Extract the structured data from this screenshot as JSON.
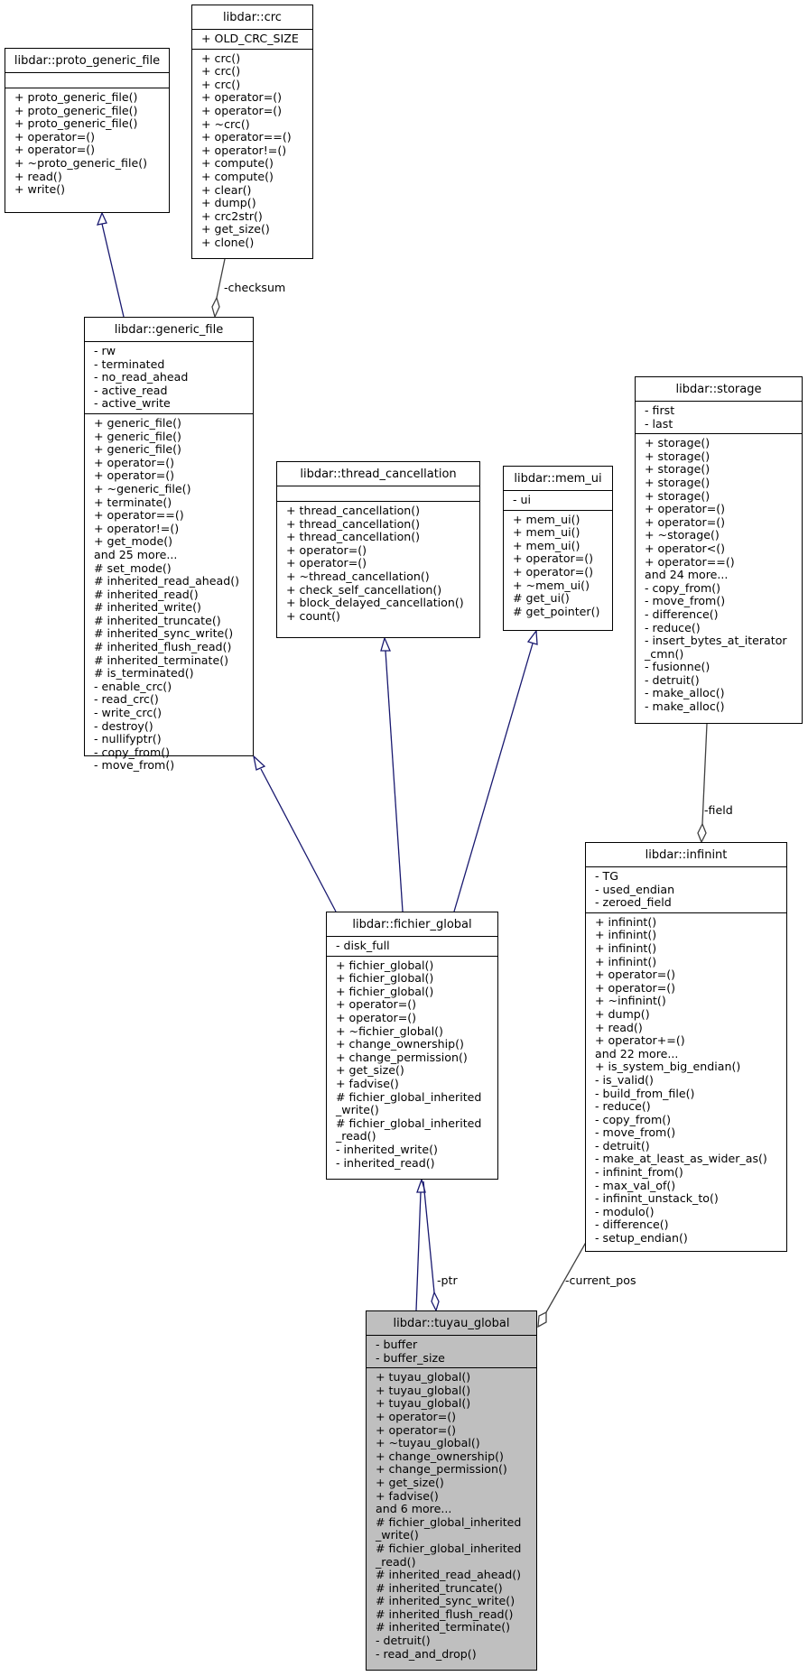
{
  "classes": [
    {
      "id": "proto",
      "name": "libdar::proto_generic_file",
      "highlight": false,
      "sections": [
        [],
        [
          "+ proto_generic_file()",
          "+ proto_generic_file()",
          "+ proto_generic_file()",
          "+ operator=()",
          "+ operator=()",
          "+ ~proto_generic_file()",
          "+ read()",
          "+ write()"
        ]
      ]
    },
    {
      "id": "crc",
      "name": "libdar::crc",
      "highlight": false,
      "sections": [
        [
          "+ OLD_CRC_SIZE"
        ],
        [
          "+ crc()",
          "+ crc()",
          "+ crc()",
          "+ operator=()",
          "+ operator=()",
          "+ ~crc()",
          "+ operator==()",
          "+ operator!=()",
          "+ compute()",
          "+ compute()",
          "+ clear()",
          "+ dump()",
          "+ crc2str()",
          "+ get_size()",
          "+ clone()"
        ]
      ]
    },
    {
      "id": "generic",
      "name": "libdar::generic_file",
      "highlight": false,
      "sections": [
        [
          "- rw",
          "- terminated",
          "- no_read_ahead",
          "- active_read",
          "- active_write"
        ],
        [
          "+ generic_file()",
          "+ generic_file()",
          "+ generic_file()",
          "+ operator=()",
          "+ operator=()",
          "+ ~generic_file()",
          "+ terminate()",
          "+ operator==()",
          "+ operator!=()",
          "+ get_mode()",
          "and 25 more...",
          "# set_mode()",
          "# inherited_read_ahead()",
          "# inherited_read()",
          "# inherited_write()",
          "# inherited_truncate()",
          "# inherited_sync_write()",
          "# inherited_flush_read()",
          "# inherited_terminate()",
          "# is_terminated()",
          "- enable_crc()",
          "- read_crc()",
          "- write_crc()",
          "- destroy()",
          "- nullifyptr()",
          "- copy_from()",
          "- move_from()"
        ]
      ]
    },
    {
      "id": "thread",
      "name": "libdar::thread_cancellation",
      "highlight": false,
      "sections": [
        [],
        [
          "+ thread_cancellation()",
          "+ thread_cancellation()",
          "+ thread_cancellation()",
          "+ operator=()",
          "+ operator=()",
          "+ ~thread_cancellation()",
          "+ check_self_cancellation()",
          "+ block_delayed_cancellation()",
          "+ count()"
        ]
      ]
    },
    {
      "id": "memui",
      "name": "libdar::mem_ui",
      "highlight": false,
      "sections": [
        [
          "- ui"
        ],
        [
          "+ mem_ui()",
          "+ mem_ui()",
          "+ mem_ui()",
          "+ operator=()",
          "+ operator=()",
          "+ ~mem_ui()",
          "# get_ui()",
          "# get_pointer()"
        ]
      ]
    },
    {
      "id": "storage",
      "name": "libdar::storage",
      "highlight": false,
      "sections": [
        [
          "- first",
          "- last"
        ],
        [
          "+ storage()",
          "+ storage()",
          "+ storage()",
          "+ storage()",
          "+ storage()",
          "+ operator=()",
          "+ operator=()",
          "+ ~storage()",
          "+ operator<()",
          "+ operator==()",
          "and 24 more...",
          "- copy_from()",
          "- move_from()",
          "- difference()",
          "- reduce()",
          "- insert_bytes_at_iterator",
          "_cmn()",
          "- fusionne()",
          "- detruit()",
          "- make_alloc()",
          "- make_alloc()"
        ]
      ]
    },
    {
      "id": "infinint",
      "name": "libdar::infinint",
      "highlight": false,
      "sections": [
        [
          "- TG",
          "- used_endian",
          "- zeroed_field"
        ],
        [
          "+ infinint()",
          "+ infinint()",
          "+ infinint()",
          "+ infinint()",
          "+ operator=()",
          "+ operator=()",
          "+ ~infinint()",
          "+ dump()",
          "+ read()",
          "+ operator+=()",
          "and 22 more...",
          "+ is_system_big_endian()",
          "- is_valid()",
          "- build_from_file()",
          "- reduce()",
          "- copy_from()",
          "- move_from()",
          "- detruit()",
          "- make_at_least_as_wider_as()",
          "- infinint_from()",
          "- max_val_of()",
          "- infinint_unstack_to()",
          "- modulo()",
          "- difference()",
          "- setup_endian()"
        ]
      ]
    },
    {
      "id": "fichier",
      "name": "libdar::fichier_global",
      "highlight": false,
      "sections": [
        [
          "- disk_full"
        ],
        [
          "+ fichier_global()",
          "+ fichier_global()",
          "+ fichier_global()",
          "+ operator=()",
          "+ operator=()",
          "+ ~fichier_global()",
          "+ change_ownership()",
          "+ change_permission()",
          "+ get_size()",
          "+ fadvise()",
          "# fichier_global_inherited",
          "_write()",
          "# fichier_global_inherited",
          "_read()",
          "- inherited_write()",
          "- inherited_read()"
        ]
      ]
    },
    {
      "id": "tuyau",
      "name": "libdar::tuyau_global",
      "highlight": true,
      "sections": [
        [
          "- buffer",
          "- buffer_size"
        ],
        [
          "+ tuyau_global()",
          "+ tuyau_global()",
          "+ tuyau_global()",
          "+ operator=()",
          "+ operator=()",
          "+ ~tuyau_global()",
          "+ change_ownership()",
          "+ change_permission()",
          "+ get_size()",
          "+ fadvise()",
          "and 6 more...",
          "# fichier_global_inherited",
          "_write()",
          "# fichier_global_inherited",
          "_read()",
          "# inherited_read_ahead()",
          "# inherited_truncate()",
          "# inherited_sync_write()",
          "# inherited_flush_read()",
          "# inherited_terminate()",
          "- detruit()",
          "- read_and_drop()"
        ]
      ]
    }
  ],
  "edge_labels": {
    "checksum": "-checksum",
    "field": "-field",
    "ptr": "-ptr",
    "current_pos": "-current_pos"
  },
  "colors": {
    "inheritance_edge": "#191970",
    "association_edge": "#404040",
    "highlight_fill": "#bfbfbf"
  }
}
